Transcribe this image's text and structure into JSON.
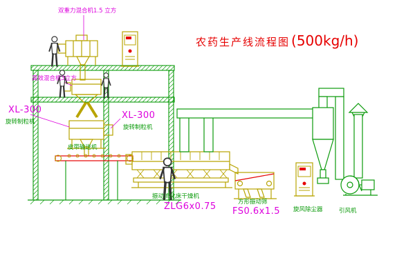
{
  "palette": {
    "background": "#ffffff",
    "line_green": "#0a9a0a",
    "equipment_yellow": "#b8a400",
    "label_magenta": "#dd00dd",
    "accent_red": "#e60000",
    "figure_dark": "#333333"
  },
  "title": {
    "zh": "农药生产线流程图",
    "capacity": "(500kg/h)"
  },
  "labels": {
    "gravity_mixer": "双重力混合机1.5 立方",
    "high_efficiency_mixer": "高效混合机3立方",
    "granulator_model_left": "XL-300",
    "granulator_name_left": "旋转制粒机",
    "granulator_model_right": "XL-300",
    "granulator_name_right": "旋转制粒机",
    "belt_conveyor": "皮带输送机",
    "fluidized_bed_dryer": "振动流化床干燥机",
    "fluidized_bed_dryer_model": "ZLG6x0.75",
    "square_vibrating_sieve": "方形振动筛",
    "square_vibrating_sieve_model": "FS0.6x1.5",
    "cyclone_dust_collector": "旋风除尘器",
    "induced_draft_fan": "引风机"
  }
}
